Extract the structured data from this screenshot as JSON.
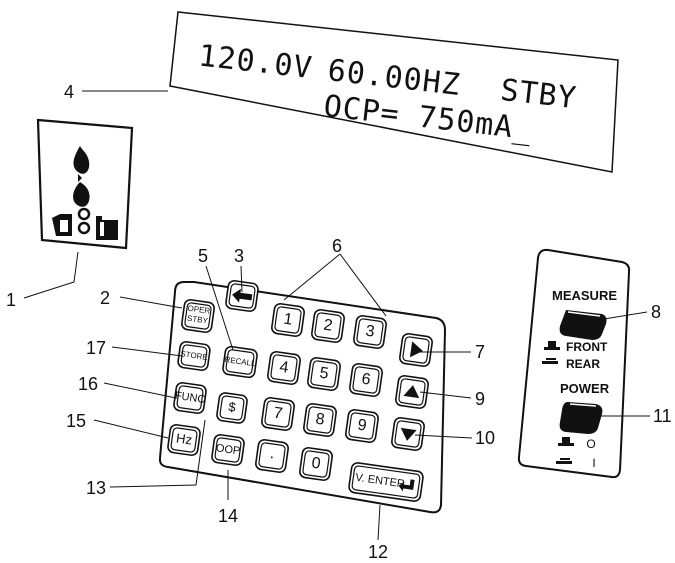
{
  "display": {
    "line1_voltage": "120.0V",
    "line1_freq": "60.00HZ",
    "line1_status": "STBY",
    "line2": "OCP= 750mA_"
  },
  "keypad": {
    "oper_line1": "OPER",
    "oper_line2": "STBY",
    "store": "STORE",
    "recall": "RECALL",
    "func": "FUNC",
    "dollar": "$",
    "hz": "Hz",
    "oop": "OOP",
    "dot": ".",
    "enter": "V. ENTER",
    "digits": [
      "1",
      "2",
      "3",
      "4",
      "5",
      "6",
      "7",
      "8",
      "9",
      "0"
    ]
  },
  "switch_panel": {
    "measure": "MEASURE",
    "front": "FRONT",
    "rear": "REAR",
    "power": "POWER",
    "on_mark": "I",
    "off_mark": "O"
  },
  "callouts": [
    "1",
    "2",
    "3",
    "4",
    "5",
    "6",
    "7",
    "8",
    "9",
    "10",
    "11",
    "12",
    "13",
    "14",
    "15",
    "16",
    "17"
  ]
}
